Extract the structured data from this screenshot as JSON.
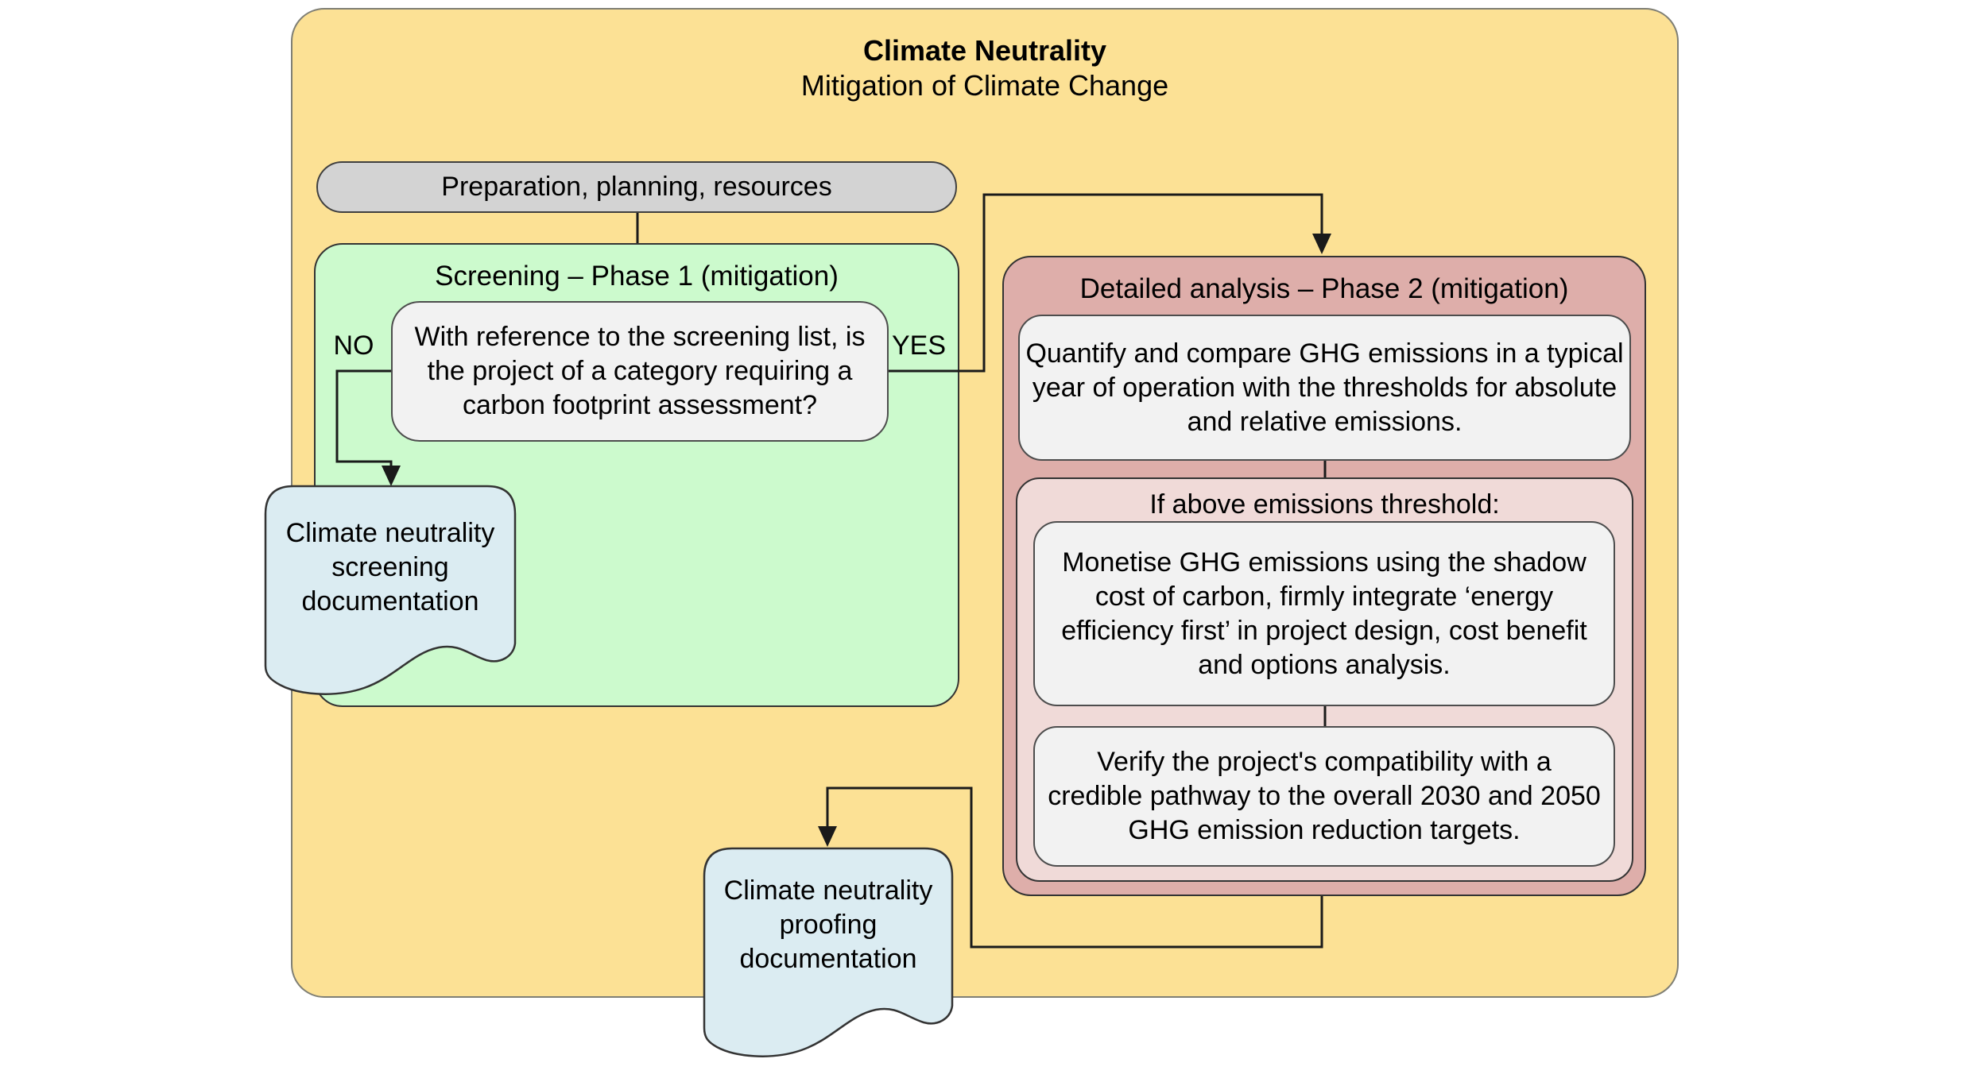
{
  "diagram": {
    "title": "Climate Neutrality",
    "subtitle": "Mitigation of Climate Change",
    "prep_pill": {
      "label": "Preparation, planning, resources"
    },
    "phase1": {
      "header": "Screening – Phase 1 (mitigation)",
      "no_label": "NO",
      "yes_label": "YES",
      "question_lines": [
        "With reference to the screening list, is",
        "the project of a category requiring a",
        "carbon footprint assessment?"
      ],
      "screening_doc_lines": [
        "Climate neutrality",
        "screening",
        "documentation"
      ]
    },
    "phase2": {
      "header": "Detailed analysis – Phase 2 (mitigation)",
      "quantify_lines": [
        "Quantify and compare GHG emissions in a typical",
        "year of operation with the thresholds for absolute",
        "and relative emissions."
      ],
      "threshold": {
        "header": "If above emissions threshold:",
        "monetise_lines": [
          "Monetise GHG emissions using the shadow",
          "cost of carbon, firmly integrate ‘energy",
          "efficiency first’ in project design, cost benefit",
          "and options analysis."
        ],
        "verify_lines": [
          "Verify the project's compatibility with a",
          "credible pathway to the overall 2030 and 2050",
          "GHG emission reduction targets."
        ]
      }
    },
    "proofing_doc_lines": [
      "Climate neutrality",
      "proofing",
      "documentation"
    ],
    "colors": {
      "outer_yellow": "#FCE195",
      "pill_gray": "#D3D3D3",
      "phase1_green": "#CCFACD",
      "phase2_pink": "#DEAEAA",
      "threshold_light_pink": "#F0DAD8",
      "process_gray": "#F2F2F2",
      "document_blue": "#DBECF2",
      "connector_black": "#1A1A1A"
    }
  }
}
